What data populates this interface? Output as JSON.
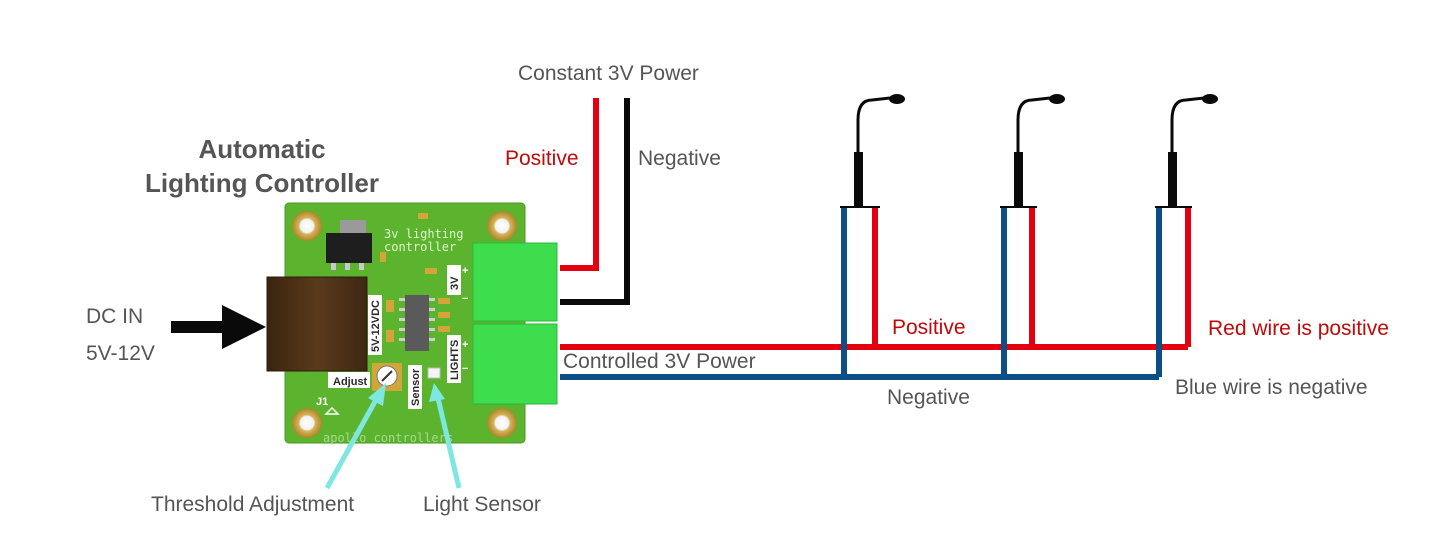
{
  "title": {
    "line1": "Automatic",
    "line2": "Lighting Controller"
  },
  "labels": {
    "dc_in": "DC IN",
    "dc_range": "5V-12V",
    "constant_power": "Constant 3V Power",
    "positive_top": "Positive",
    "negative_top": "Negative",
    "controlled_power": "Controlled 3V Power",
    "positive_bus": "Positive",
    "negative_bus": "Negative",
    "red_note": "Red wire is positive",
    "blue_note": "Blue wire is negative",
    "threshold": "Threshold Adjustment",
    "light_sensor": "Light Sensor"
  },
  "board": {
    "silk_title_1": "3v lighting",
    "silk_title_2": "controller",
    "label_3v": "3V",
    "label_lights": "LIGHTS",
    "label_vdc": "5V-12VDC",
    "label_adjust": "Adjust",
    "label_sensor": "Sensor",
    "label_j1": "J1",
    "label_plus_top": "+",
    "label_minus_top": "−",
    "label_plus_bottom": "+",
    "label_minus_bottom": "−",
    "brand": "apollo controllers"
  },
  "colors": {
    "positive_wire": "#e5000f",
    "negative_wire": "#0c4f86",
    "constant_negative_wire": "#0a0a0a",
    "board": "#5cb32e",
    "terminal": "#3ddd4e",
    "pointer": "#7ee8e0",
    "text": "#555555",
    "red_text": "#c00a0a"
  }
}
